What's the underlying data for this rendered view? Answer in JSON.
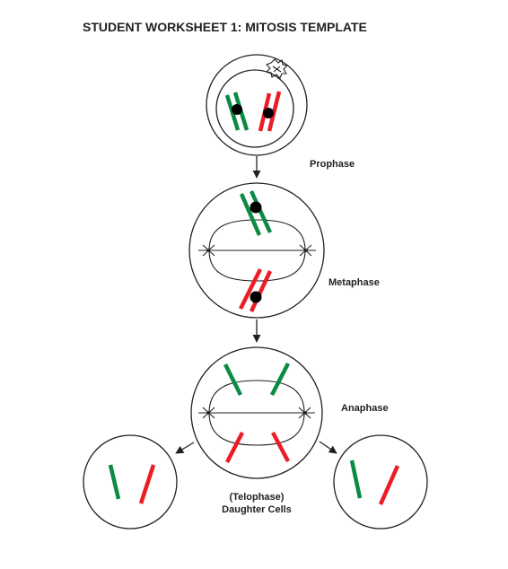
{
  "title": "STUDENT WORKSHEET 1: MITOSIS TEMPLATE",
  "stages": {
    "prophase": "Prophase",
    "metaphase": "Metaphase",
    "anaphase": "Anaphase",
    "telophase_line1": "(Telophase)",
    "telophase_line2": "Daughter Cells"
  },
  "colors": {
    "green_chromosome": "#0a8a43",
    "red_chromosome": "#ec1c24",
    "outline": "#231f20",
    "centromere": "#000000"
  }
}
